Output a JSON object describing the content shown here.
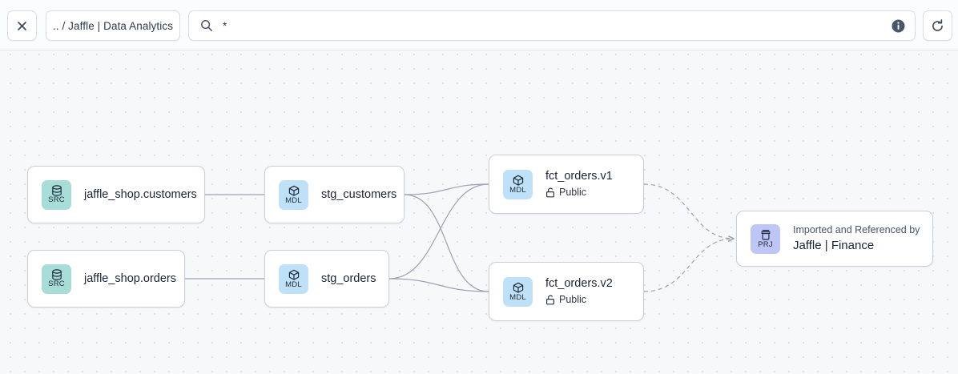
{
  "toolbar": {
    "close_label": "✕",
    "close_icon": "close-icon",
    "breadcrumb": ".. / Jaffle | Data Analytics",
    "search_value": "*",
    "search_placeholder": "",
    "search_icon": "search-icon",
    "info_icon": "info-icon",
    "refresh_icon": "refresh-icon"
  },
  "colors": {
    "canvas_bg": "#f7f8fa",
    "grid_dot": "#d6dae2",
    "node_border": "#c9ced8",
    "badge_src": "#a7ddd6",
    "badge_mdl": "#bfe1f7",
    "badge_prj": "#bdc6f4",
    "edge": "#9aa2b1",
    "text": "#1b2435",
    "info_icon_fill": "#48566b"
  },
  "graph": {
    "nodes": [
      {
        "id": "src-customers",
        "type": "SRC",
        "icon": "database-icon",
        "title": "jaffle_shop.customers"
      },
      {
        "id": "src-orders",
        "type": "SRC",
        "icon": "database-icon",
        "title": "jaffle_shop.orders"
      },
      {
        "id": "stg-customers",
        "type": "MDL",
        "icon": "cube-icon",
        "title": "stg_customers"
      },
      {
        "id": "stg-orders",
        "type": "MDL",
        "icon": "cube-icon",
        "title": "stg_orders"
      },
      {
        "id": "fct-orders-v1",
        "type": "MDL",
        "icon": "cube-icon",
        "title": "fct_orders.v1",
        "visibility": "Public",
        "visibility_icon": "unlock-icon"
      },
      {
        "id": "fct-orders-v2",
        "type": "MDL",
        "icon": "cube-icon",
        "title": "fct_orders.v2",
        "visibility": "Public",
        "visibility_icon": "unlock-icon"
      },
      {
        "id": "prj-finance",
        "type": "PRJ",
        "icon": "project-icon",
        "kicker": "Imported and Referenced by",
        "title": "Jaffle | Finance"
      }
    ],
    "edges": [
      {
        "from": "src-customers",
        "to": "stg-customers",
        "style": "solid"
      },
      {
        "from": "src-orders",
        "to": "stg-orders",
        "style": "solid"
      },
      {
        "from": "stg-customers",
        "to": "fct-orders-v1",
        "style": "solid"
      },
      {
        "from": "stg-customers",
        "to": "fct-orders-v2",
        "style": "solid"
      },
      {
        "from": "stg-orders",
        "to": "fct-orders-v1",
        "style": "solid"
      },
      {
        "from": "stg-orders",
        "to": "fct-orders-v2",
        "style": "solid"
      },
      {
        "from": "fct-orders-v1",
        "to": "prj-finance",
        "style": "dashed"
      },
      {
        "from": "fct-orders-v2",
        "to": "prj-finance",
        "style": "dashed"
      }
    ]
  }
}
